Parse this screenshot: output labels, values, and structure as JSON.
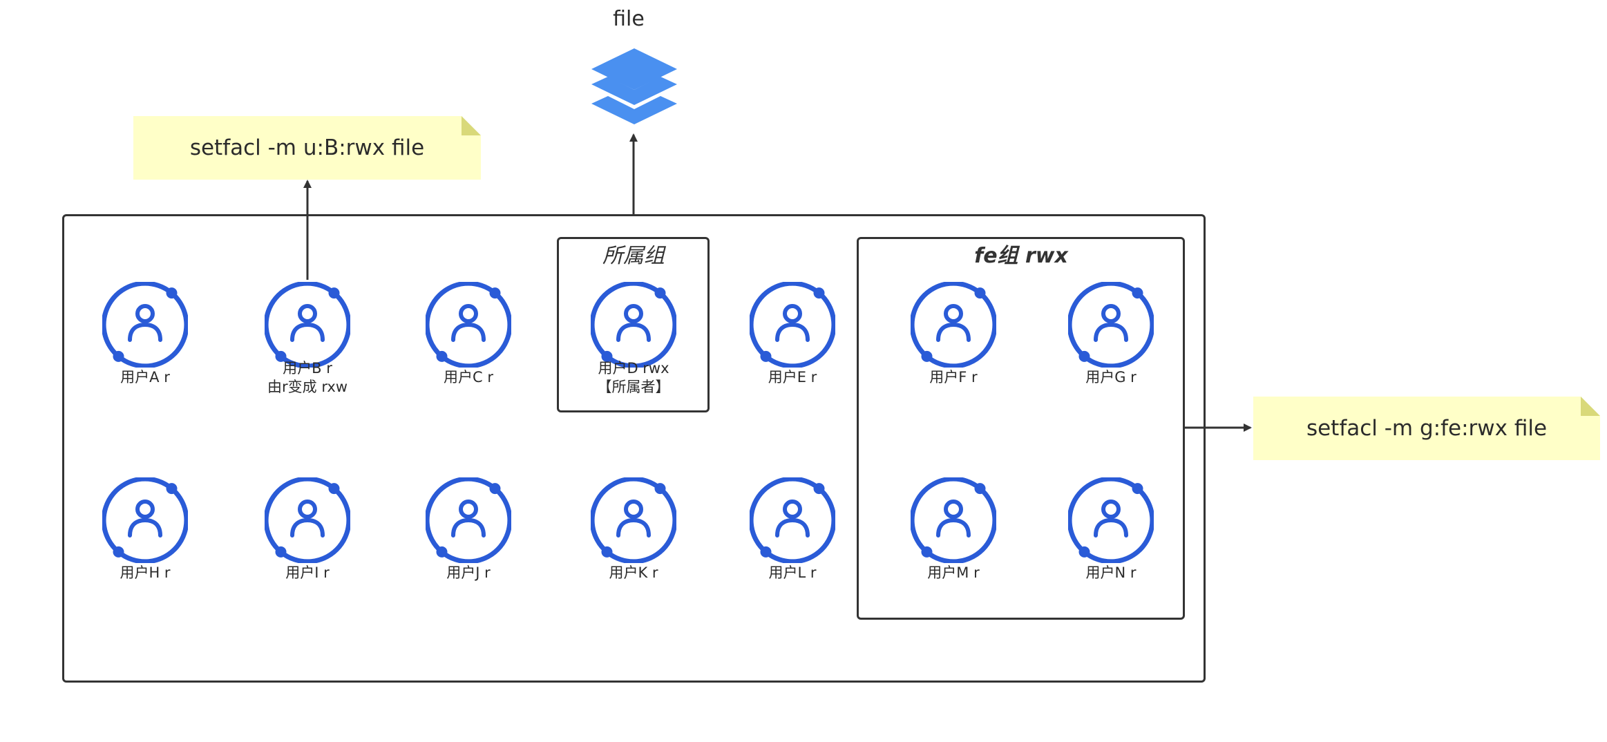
{
  "file": {
    "label": "file",
    "icon": "stacked-layers-icon",
    "color": "#4a90f0"
  },
  "notes": [
    {
      "id": "user-b-note",
      "text": "setfacl -m u:B:rwx  file"
    },
    {
      "id": "fe-group-note",
      "text": "setfacl -m g:fe:rwx  file"
    }
  ],
  "groups": {
    "owner_group": {
      "label": "所属组"
    },
    "fe_group": {
      "label": "fe组 rwx"
    }
  },
  "users": [
    {
      "id": "a",
      "lines": [
        "用户A r"
      ]
    },
    {
      "id": "b",
      "lines": [
        "用户B r",
        "由r变成 rxw"
      ]
    },
    {
      "id": "c",
      "lines": [
        "用户C r"
      ]
    },
    {
      "id": "d",
      "lines": [
        "用户D rwx",
        "【所属者】"
      ]
    },
    {
      "id": "e",
      "lines": [
        "用户E r"
      ]
    },
    {
      "id": "f",
      "lines": [
        "用户F r"
      ]
    },
    {
      "id": "g",
      "lines": [
        "用户G r"
      ]
    },
    {
      "id": "h",
      "lines": [
        "用户H r"
      ]
    },
    {
      "id": "i",
      "lines": [
        "用户I r"
      ]
    },
    {
      "id": "j",
      "lines": [
        "用户J r"
      ]
    },
    {
      "id": "k",
      "lines": [
        "用户K r"
      ]
    },
    {
      "id": "l",
      "lines": [
        "用户L r"
      ]
    },
    {
      "id": "m",
      "lines": [
        "用户M r"
      ]
    },
    {
      "id": "n",
      "lines": [
        "用户N r"
      ]
    }
  ],
  "style": {
    "user_icon_color": "#2a5bd7",
    "note_color": "#ffffc8",
    "line_color": "#333333"
  }
}
